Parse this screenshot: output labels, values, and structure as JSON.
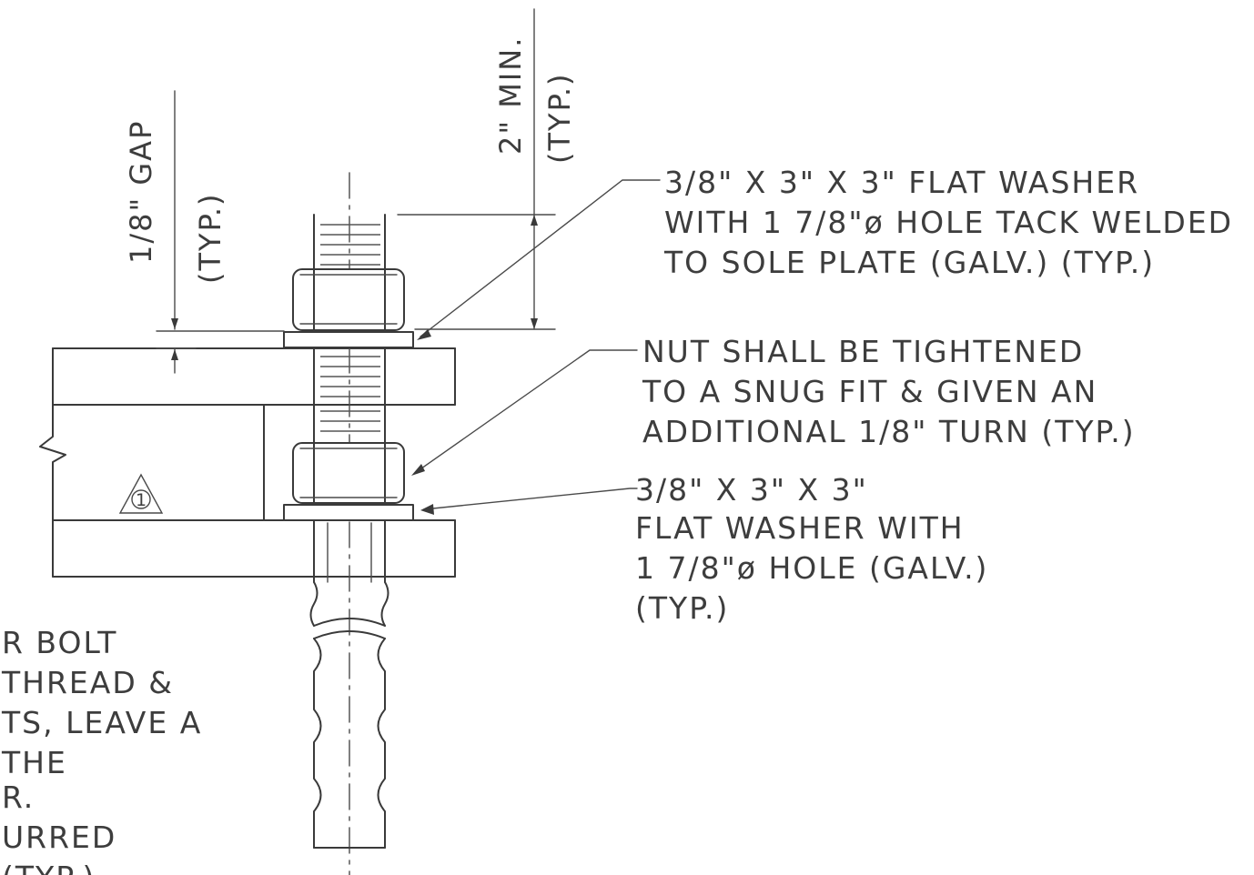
{
  "dimensions": {
    "gap_label": "1/8\" GAP",
    "gap_typ": "(TYP.)",
    "min_label": "2\" MIN.",
    "min_typ": "(TYP.)"
  },
  "notes": {
    "top_washer": [
      "3/8\" X 3\" X 3\" FLAT WASHER",
      "WITH 1 7/8\"ø HOLE TACK WELDED",
      "TO SOLE PLATE (GALV.) (TYP.)"
    ],
    "nut": [
      "NUT SHALL BE TIGHTENED",
      "TO A SNUG FIT & GIVEN AN",
      "ADDITIONAL 1/8\" TURN (TYP.)"
    ],
    "bottom_washer": [
      "3/8\" X 3\" X 3\"",
      "FLAT WASHER WITH",
      "1 7/8\"ø HOLE (GALV.)",
      "(TYP.)"
    ],
    "anchor_bolt_partial": [
      "R BOLT",
      "THREAD &",
      "TS, LEAVE A",
      "THE",
      "R.",
      "URRED",
      "(TYP.)"
    ]
  },
  "callout_tag": "1"
}
